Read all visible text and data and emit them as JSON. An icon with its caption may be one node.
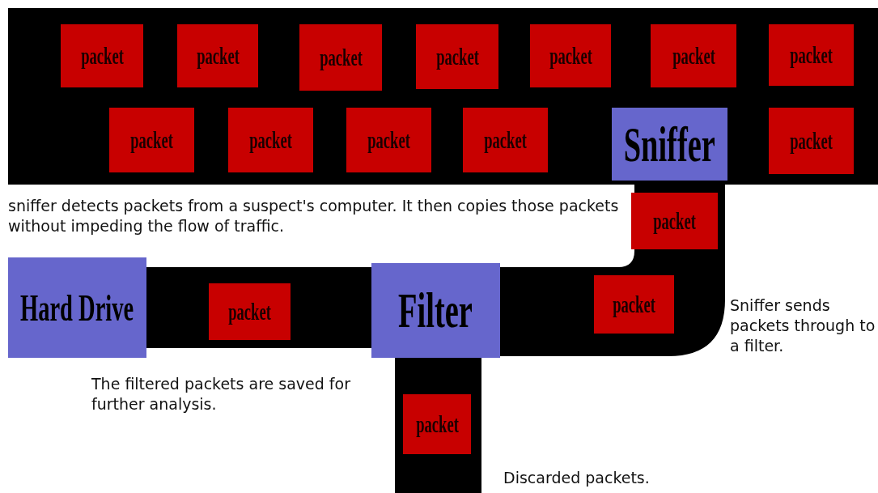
{
  "diagram": {
    "nodes": [
      {
        "text": [
          "packet"
        ]
      },
      {
        "text": [
          "packet"
        ]
      },
      {
        "text": [
          "packet"
        ]
      },
      {
        "text": [
          "packet"
        ]
      },
      {
        "text": [
          "packet"
        ]
      },
      {
        "text": [
          "packet"
        ]
      },
      {
        "text": [
          "packet"
        ]
      },
      {
        "text": [
          "packet"
        ]
      },
      {
        "text": [
          "packet"
        ]
      },
      {
        "text": [
          "packet"
        ]
      },
      {
        "text": [
          "packet"
        ]
      },
      {
        "text": [
          "Sniffer"
        ]
      },
      {
        "text": [
          "packet"
        ]
      },
      {
        "text": [],
        "shape": "bar"
      },
      {
        "text": [
          "packet"
        ],
        "in": 13
      },
      {
        "text": [
          "Hard Drive"
        ]
      },
      {
        "text": [],
        "shape": "bar"
      },
      {
        "text": [
          "packet"
        ],
        "in": 16
      },
      {
        "text": [
          "Filter"
        ]
      },
      {
        "text": [
          "packet"
        ],
        "in": 13
      },
      {
        "text": [],
        "shape": "bar"
      },
      {
        "text": [
          "packet"
        ],
        "in": 20
      }
    ],
    "labels": [
      "sniffer detects packets from a suspect's computer. It then copies those packets without impeding the flow of traffic.",
      "Sniffer sends packets through to a filter.",
      "The filtered packets are saved for further analysis.",
      "Discarded packets."
    ]
  }
}
